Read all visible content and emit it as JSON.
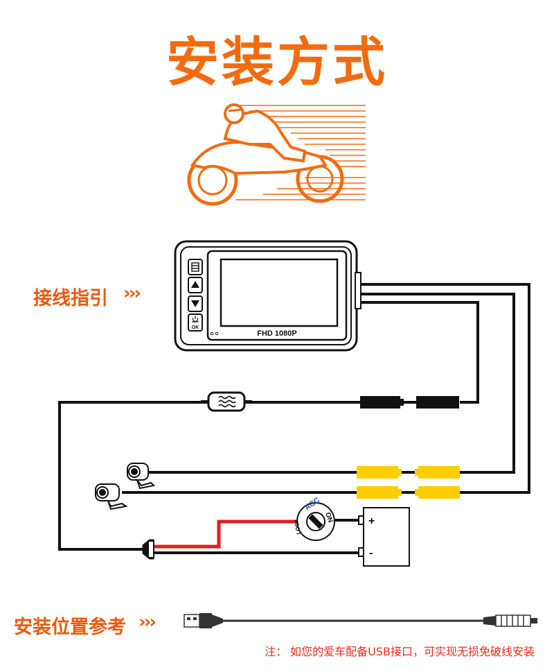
{
  "title": "安装方式",
  "wiring_label": "接线指引",
  "install_label": "安装位置参考",
  "arrow_glyphs": "›››",
  "device": {
    "screen_text": "FHD 1080P",
    "ok_label": "OK"
  },
  "ignition": {
    "acc": "ACC",
    "on": "ON",
    "lock": "LOCK"
  },
  "battery": {
    "plus": "+",
    "minus": "-"
  },
  "note": "注： 如您的爱车配备USB接口，可实现无损免破线安装",
  "colors": {
    "accent": "#f26b0f",
    "connector_yellow": "#ffcc00",
    "wire_red": "#e41e1e",
    "wire_black": "#111111"
  }
}
